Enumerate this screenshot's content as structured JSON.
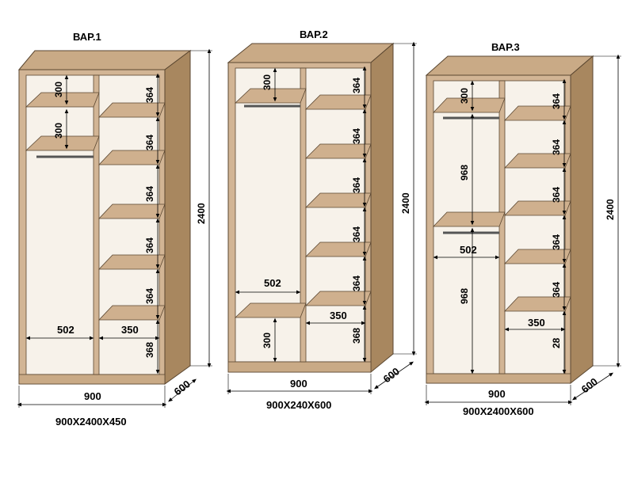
{
  "colors": {
    "panel": "#d2b595",
    "panel_dark": "#a8875f",
    "panel_top": "#c7a784",
    "interior": "#f7f2ea",
    "outline": "#5a4630",
    "dim_line": "#000000"
  },
  "variants": [
    {
      "title": "ВАР.1",
      "width_label": "900",
      "height_label": "2400",
      "depth_label": "600",
      "caption": "900X2400X450",
      "left_labels": [
        "300",
        "300"
      ],
      "right_labels": [
        "364",
        "364",
        "364",
        "364",
        "364",
        "368"
      ],
      "rail_width_label": "502",
      "bottom_width_label": "350"
    },
    {
      "title": "ВАР.2",
      "width_label": "900",
      "height_label": "2400",
      "depth_label": "600",
      "caption": "900X240X600",
      "left_labels": [
        "300",
        "300"
      ],
      "right_labels": [
        "364",
        "364",
        "364",
        "364",
        "364",
        "368"
      ],
      "rail_width_label": "502",
      "bottom_width_label": "350"
    },
    {
      "title": "ВАР.3",
      "width_label": "900",
      "height_label": "2400",
      "depth_label": "600",
      "caption": "900X2400X600",
      "left_labels": [
        "300",
        "968",
        "968"
      ],
      "right_labels": [
        "364",
        "364",
        "364",
        "364",
        "364",
        "28"
      ],
      "rail_width_label": "502",
      "bottom_width_label": "350"
    }
  ]
}
